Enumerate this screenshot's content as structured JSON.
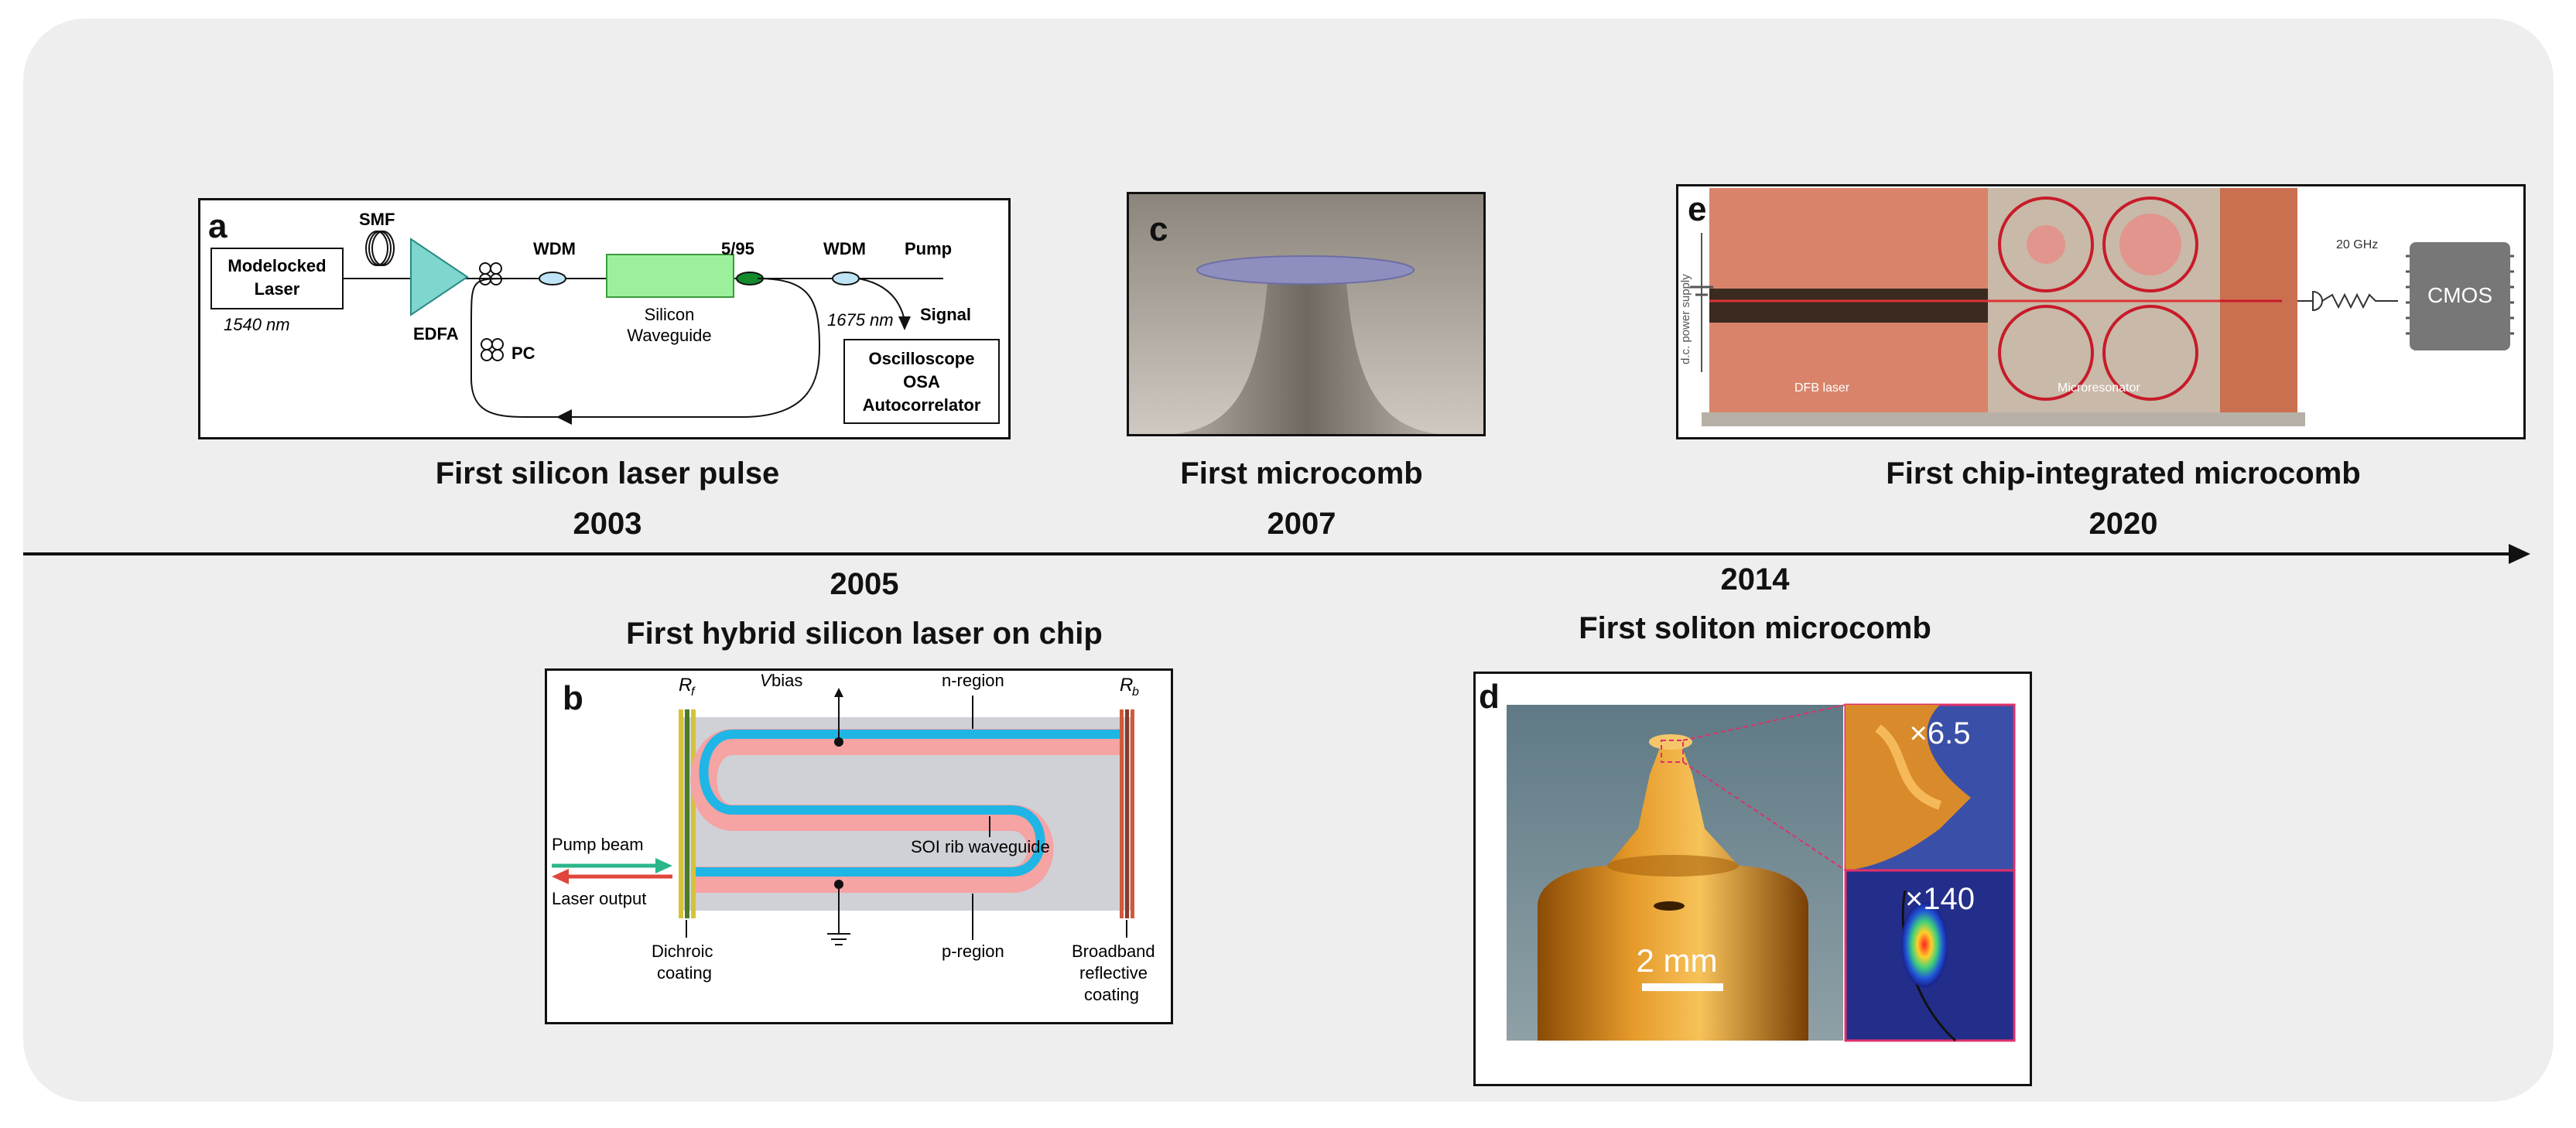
{
  "timeline": {
    "events": [
      {
        "id": "a",
        "title": "First silicon laser pulse",
        "year": "2003"
      },
      {
        "id": "b",
        "title": "First hybrid silicon laser on chip",
        "year": "2005"
      },
      {
        "id": "c",
        "title": "First microcomb",
        "year": "2007"
      },
      {
        "id": "d",
        "title": "First soliton microcomb",
        "year": "2014"
      },
      {
        "id": "e",
        "title": "First chip-integrated microcomb",
        "year": "2020"
      }
    ]
  },
  "panel_a": {
    "label": "a",
    "modelocked_laser": "Modelocked",
    "modelocked_laser2": "Laser",
    "wavelength_in": "1540 nm",
    "smf": "SMF",
    "edfa": "EDFA",
    "pc": "PC",
    "wdm1": "WDM",
    "waveguide1": "Silicon",
    "waveguide2": "Waveguide",
    "splitter": "5/95",
    "wdm2": "WDM",
    "pump": "Pump",
    "wavelength_out": "1675 nm",
    "signal": "Signal",
    "det1": "Oscilloscope",
    "det2": "OSA",
    "det3": "Autocorrelator"
  },
  "panel_b": {
    "label": "b",
    "rf": "R",
    "rf_sub": "f",
    "rb": "R",
    "rb_sub": "b",
    "v": "V",
    "bias": " bias",
    "n_region": "n-region",
    "p_region": "p-region",
    "rib": "SOI rib waveguide",
    "pump_beam": "Pump beam",
    "laser_output": "Laser output",
    "dichroic1": "Dichroic",
    "dichroic2": "coating",
    "broadband1": "Broadband",
    "broadband2": "reflective",
    "broadband3": "coating"
  },
  "panel_c": {
    "label": "c"
  },
  "panel_d": {
    "label": "d",
    "scale": "2 mm",
    "zoom1": "×6.5",
    "zoom2": "×140"
  },
  "panel_e": {
    "label": "e",
    "power": "d.c. power supply",
    "dfb": "DFB laser",
    "micro": "Microresonator",
    "freq": "20 GHz",
    "cmos": "CMOS"
  },
  "colors": {
    "background": "#eeeeee",
    "edfa": "#7fd6cf",
    "waveguide_green": "#9cf09c",
    "rib_blue": "#1fb6e6",
    "rib_pink": "#f5a3a3",
    "dfb": "#d97a58"
  }
}
